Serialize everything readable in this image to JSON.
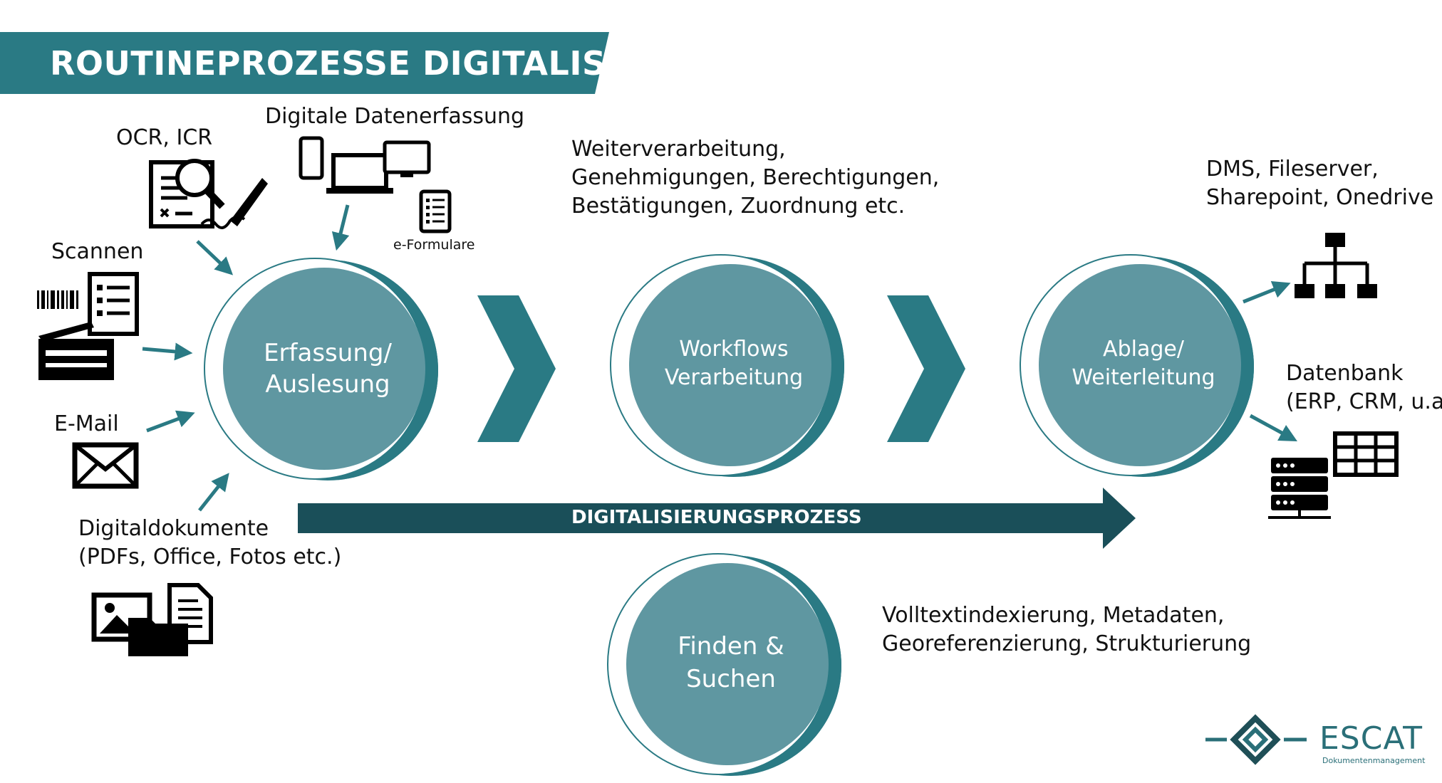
{
  "title": "ROUTINEPROZESSE DIGITALISIEREN",
  "inputs": {
    "ocr": "OCR, ICR",
    "digitale_erfassung": "Digitale Datenerfassung",
    "e_formulare": "e-Formulare",
    "scannen": "Scannen",
    "email": "E-Mail",
    "digitaldokumente_line1": "Digitaldokumente",
    "digitaldokumente_line2": "(PDFs, Office, Fotos etc.)"
  },
  "circles": {
    "erfassung": {
      "line1": "Erfassung/",
      "line2": "Auslesung"
    },
    "workflows": {
      "line1": "Workflows",
      "line2": "Verarbeitung"
    },
    "ablage": {
      "line1": "Ablage/",
      "line2": "Weiterleitung"
    },
    "finden": {
      "line1": "Finden &",
      "line2": "Suchen"
    }
  },
  "workflow_desc": {
    "line1": "Weiterverarbeitung,",
    "line2": "Genehmigungen, Berechtigungen,",
    "line3": "Bestätigungen, Zuordnung etc."
  },
  "outputs": {
    "dms_line1": "DMS, Fileserver,",
    "dms_line2": "Sharepoint, Onedrive",
    "datenbank_line1": "Datenbank",
    "datenbank_line2": "(ERP, CRM, u.a.)"
  },
  "process_arrow": "DIGITALISIERUNGSPROZESS",
  "search_desc": {
    "line1": "Volltextindexierung, Metadaten,",
    "line2": "Georeferenzierung, Strukturierung"
  },
  "logo": {
    "name": "ESCAT",
    "subtitle": "Dokumentenmanagement"
  },
  "colors": {
    "teal_dark": "#2a7a84",
    "teal_light": "#5f97a1",
    "process_dark": "#1a4f59"
  }
}
